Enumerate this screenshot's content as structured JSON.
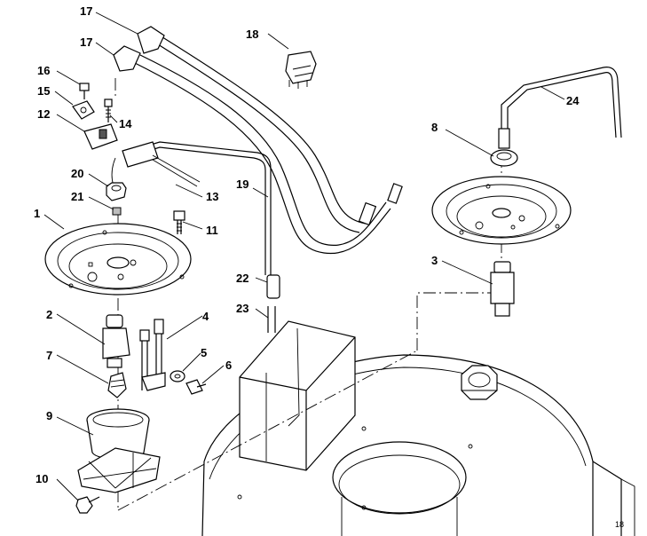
{
  "callouts": [
    {
      "id": "17a",
      "label": "17"
    },
    {
      "id": "17b",
      "label": "17"
    },
    {
      "id": "18",
      "label": "18"
    },
    {
      "id": "16",
      "label": "16"
    },
    {
      "id": "15",
      "label": "15"
    },
    {
      "id": "14",
      "label": "14"
    },
    {
      "id": "12",
      "label": "12"
    },
    {
      "id": "13",
      "label": "13"
    },
    {
      "id": "20",
      "label": "20"
    },
    {
      "id": "21",
      "label": "21"
    },
    {
      "id": "19",
      "label": "19"
    },
    {
      "id": "1",
      "label": "1"
    },
    {
      "id": "11",
      "label": "11"
    },
    {
      "id": "22",
      "label": "22"
    },
    {
      "id": "23",
      "label": "23"
    },
    {
      "id": "2",
      "label": "2"
    },
    {
      "id": "4",
      "label": "4"
    },
    {
      "id": "5",
      "label": "5"
    },
    {
      "id": "6",
      "label": "6"
    },
    {
      "id": "7",
      "label": "7"
    },
    {
      "id": "9",
      "label": "9"
    },
    {
      "id": "10",
      "label": "10"
    },
    {
      "id": "8",
      "label": "8"
    },
    {
      "id": "24",
      "label": "24"
    },
    {
      "id": "3",
      "label": "3"
    }
  ]
}
